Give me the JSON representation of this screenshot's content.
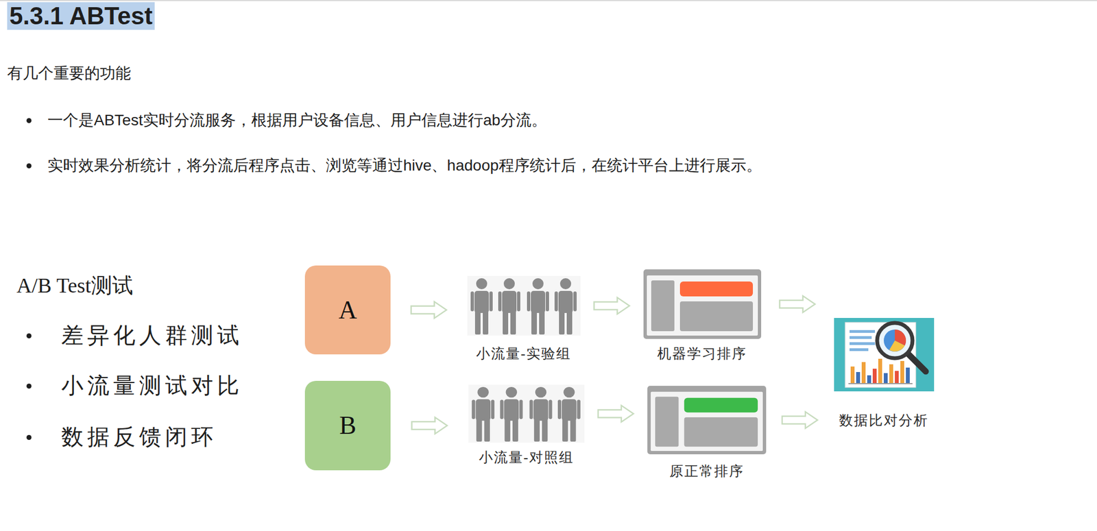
{
  "diagram": {
    "title": "5.3.1 ABTest",
    "nodes": [
      {
        "text": [
          "A"
        ]
      },
      {
        "text": [
          "小流量-实验组"
        ]
      },
      {
        "text": [
          "机器学习排序"
        ]
      },
      {
        "text": [
          "B"
        ]
      },
      {
        "text": [
          "小流量-对照组"
        ]
      },
      {
        "text": [
          "原正常排序"
        ]
      },
      {
        "text": [
          "数据比对分析"
        ]
      }
    ],
    "edges": [
      {
        "from": 0,
        "to": 1,
        "arrow": "to"
      },
      {
        "from": 1,
        "to": 2,
        "arrow": "to"
      },
      {
        "from": 2,
        "to": 6,
        "arrow": "to"
      },
      {
        "from": 3,
        "to": 4,
        "arrow": "to"
      },
      {
        "from": 4,
        "to": 5,
        "arrow": "to"
      },
      {
        "from": 5,
        "to": 6,
        "arrow": "to"
      }
    ],
    "labels": [
      "有几个重要的功能",
      "一个是ABTest实时分流服务，根据用户设备信息、用户信息进行ab分流。",
      "实时效果分析统计，将分流后程序点击、浏览等通过hive、hadoop程序统计后，在统计平台上进行展示。",
      "A/B Test测试",
      "差异化人群测试",
      "小流量测试对比",
      "数据反馈闭环"
    ]
  }
}
